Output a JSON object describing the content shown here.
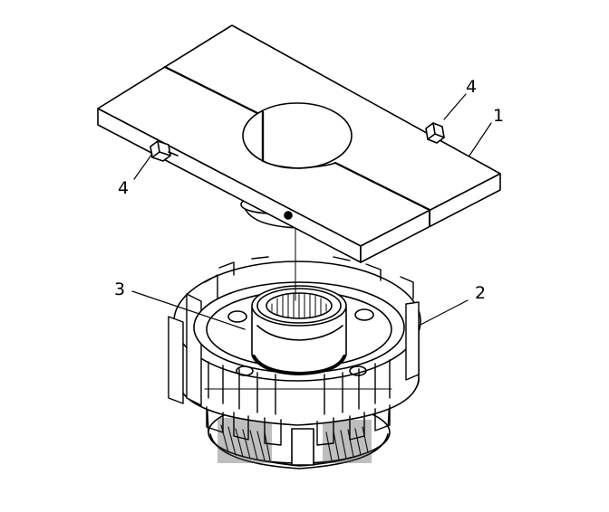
{
  "figure": {
    "callouts": {
      "c1": "1",
      "c2": "2",
      "c3": "3",
      "c4_left": "4",
      "c4_right": "4"
    },
    "part_names": [
      "split-plate-fixture",
      "clutch-drum-assembly",
      "hub",
      "bolt",
      "bolt"
    ]
  }
}
